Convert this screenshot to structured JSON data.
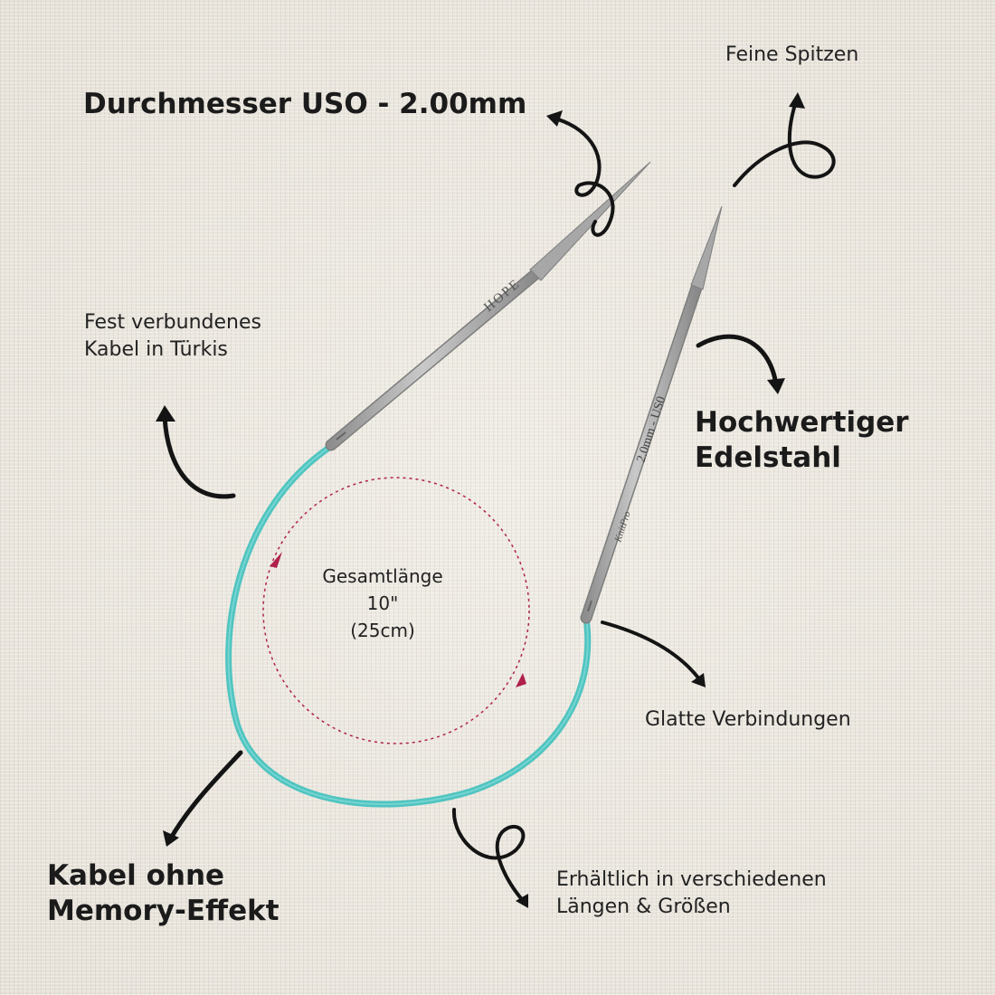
{
  "labels": {
    "diameter": "Durchmesser USO - 2.00mm",
    "fine_tips": "Feine Spitzen",
    "cable_line1": "Fest verbundenes",
    "cable_line2": "Kabel in Türkis",
    "steel_line1": "Hochwertiger",
    "steel_line2": "Edelstahl",
    "length_line1": "Gesamtlänge",
    "length_line2": "10\"",
    "length_line3": "(25cm)",
    "joins": "Glatte Verbindungen",
    "nomemory_line1": "Kabel ohne",
    "nomemory_line2": "Memory-Effekt",
    "sizes_line1": "Erhältlich in verschiedenen",
    "sizes_line2": "Längen & Größen"
  },
  "needle_engraving": {
    "left": "HOPE",
    "right": "2.0mm - US0",
    "brand": "KnitPro"
  },
  "colors": {
    "background": "#ebe7df",
    "cable": "#4fc4c0",
    "needle": "#a9a9a9",
    "dotted_circle": "#b0204c",
    "ink": "#141414"
  }
}
